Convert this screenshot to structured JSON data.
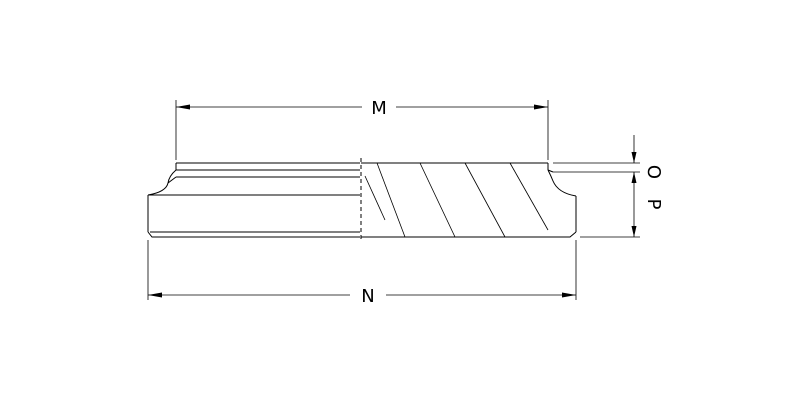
{
  "dimensions": {
    "top_width": "M",
    "bottom_width": "N",
    "lip_height": "O",
    "body_height": "P"
  }
}
